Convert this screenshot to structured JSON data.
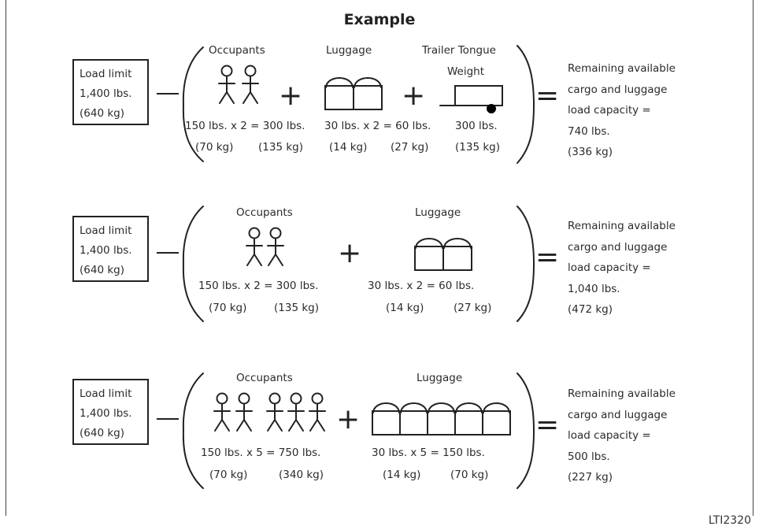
{
  "title": "Example",
  "figure_id": "LTI2320",
  "operators": {
    "minus": "—",
    "plus": "+",
    "equals": "="
  },
  "rows": [
    {
      "load_limit": [
        "Load limit",
        "1,400 lbs.",
        "(640 kg)"
      ],
      "columns": [
        {
          "header": "Occupants",
          "calc": "150 lbs. x 2 = 300 lbs.",
          "kg_each": "(70 kg)",
          "kg_total": "(135 kg)",
          "icon": "stick-figure",
          "count": 2
        },
        {
          "header": "Luggage",
          "calc": "30 lbs. x 2 = 60 lbs.",
          "kg_each": "(14 kg)",
          "kg_total": "(27 kg)",
          "icon": "suitcase",
          "count": 2
        },
        {
          "header": "Trailer Tongue",
          "header2": "Weight",
          "calc": "300 lbs.",
          "kg_total": "(135 kg)",
          "icon": "trailer",
          "count": 1
        }
      ],
      "result": [
        "Remaining available",
        "cargo and luggage",
        "load capacity =",
        "740 lbs.",
        "(336 kg)"
      ]
    },
    {
      "load_limit": [
        "Load limit",
        "1,400 lbs.",
        "(640 kg)"
      ],
      "columns": [
        {
          "header": "Occupants",
          "calc": "150 lbs. x 2 = 300 lbs.",
          "kg_each": "(70 kg)",
          "kg_total": "(135 kg)",
          "icon": "stick-figure",
          "count": 2
        },
        {
          "header": "Luggage",
          "calc": "30 lbs. x 2 = 60 lbs.",
          "kg_each": "(14 kg)",
          "kg_total": "(27 kg)",
          "icon": "suitcase",
          "count": 2
        }
      ],
      "result": [
        "Remaining available",
        "cargo and luggage",
        "load capacity =",
        "1,040 lbs.",
        "(472 kg)"
      ]
    },
    {
      "load_limit": [
        "Load limit",
        "1,400 lbs.",
        "(640 kg)"
      ],
      "columns": [
        {
          "header": "Occupants",
          "calc": "150 lbs. x 5 = 750 lbs.",
          "kg_each": "(70 kg)",
          "kg_total": "(340 kg)",
          "icon": "stick-figure",
          "count": 5
        },
        {
          "header": "Luggage",
          "calc": "30 lbs. x 5 = 150 lbs.",
          "kg_each": "(14 kg)",
          "kg_total": "(70 kg)",
          "icon": "suitcase",
          "count": 5
        }
      ],
      "result": [
        "Remaining available",
        "cargo and luggage",
        "load capacity =",
        "500 lbs.",
        "(227 kg)"
      ]
    }
  ]
}
